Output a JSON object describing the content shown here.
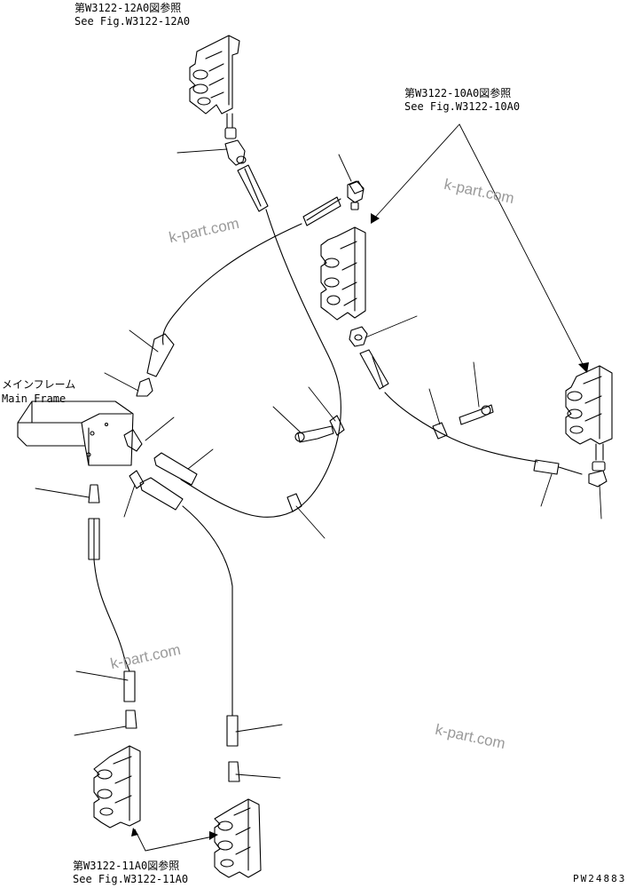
{
  "callouts": {
    "top_ref_jp": "第W3122-12A0図参照",
    "top_ref_en": "See Fig.W3122-12A0",
    "right_ref_jp": "第W3122-10A0図参照",
    "right_ref_en": "See Fig.W3122-10A0",
    "bottom_ref_jp": "第W3122-11A0図参照",
    "bottom_ref_en": "See Fig.W3122-11A0"
  },
  "main_frame": {
    "label_jp": "メインフレーム",
    "label_en": "Main Frame"
  },
  "watermarks": [
    "k-part.com",
    "k-part.com",
    "k-part.com",
    "k-part.com"
  ],
  "drawing_number": "PW24883",
  "colors": {
    "line": "#000000",
    "watermark": "#9a9a9a",
    "background": "#ffffff"
  }
}
